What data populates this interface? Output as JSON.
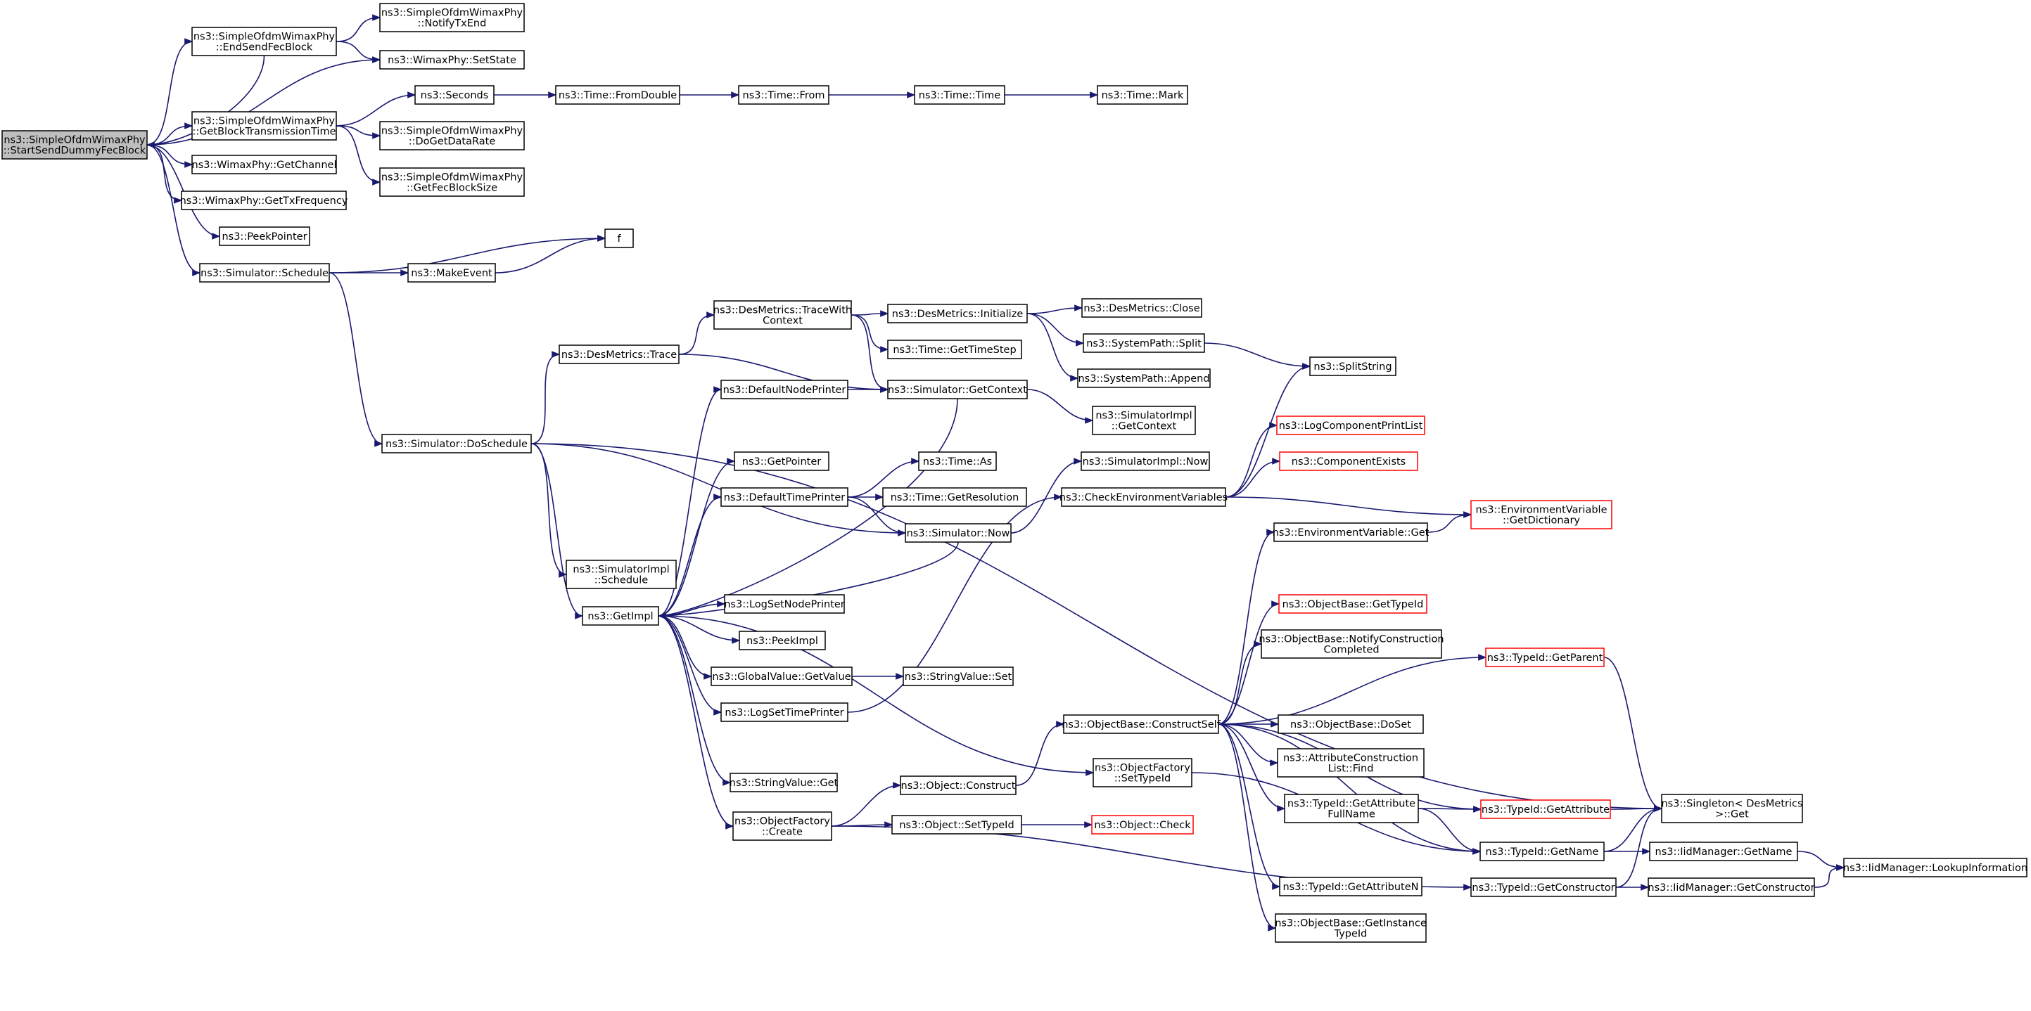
{
  "graph": {
    "nodes": [
      {
        "id": "root",
        "label": "ns3::SimpleOfdmWimaxPhy\n::StartSendDummyFecBlock",
        "root": true
      },
      {
        "id": "endsend",
        "label": "ns3::SimpleOfdmWimaxPhy\n::EndSendFecBlock"
      },
      {
        "id": "notifytx",
        "label": "ns3::SimpleOfdmWimaxPhy\n::NotifyTxEnd"
      },
      {
        "id": "setstate",
        "label": "ns3::WimaxPhy::SetState"
      },
      {
        "id": "getblock",
        "label": "ns3::SimpleOfdmWimaxPhy\n::GetBlockTransmissionTime"
      },
      {
        "id": "seconds",
        "label": "ns3::Seconds"
      },
      {
        "id": "fromdouble",
        "label": "ns3::Time::FromDouble"
      },
      {
        "id": "timefrom",
        "label": "ns3::Time::From"
      },
      {
        "id": "timetime",
        "label": "ns3::Time::Time"
      },
      {
        "id": "timemark",
        "label": "ns3::Time::Mark"
      },
      {
        "id": "dogetdatarate",
        "label": "ns3::SimpleOfdmWimaxPhy\n::DoGetDataRate"
      },
      {
        "id": "getfecblocksize",
        "label": "ns3::SimpleOfdmWimaxPhy\n::GetFecBlockSize"
      },
      {
        "id": "getchannel",
        "label": "ns3::WimaxPhy::GetChannel"
      },
      {
        "id": "gettxfreq",
        "label": "ns3::WimaxPhy::GetTxFrequency"
      },
      {
        "id": "peekpointer",
        "label": "ns3::PeekPointer"
      },
      {
        "id": "f",
        "label": "f"
      },
      {
        "id": "schedule",
        "label": "ns3::Simulator::Schedule"
      },
      {
        "id": "makeevent",
        "label": "ns3::MakeEvent"
      },
      {
        "id": "doschedule",
        "label": "ns3::Simulator::DoSchedule"
      },
      {
        "id": "destrace",
        "label": "ns3::DesMetrics::Trace"
      },
      {
        "id": "tracewith",
        "label": "ns3::DesMetrics::TraceWith\nContext"
      },
      {
        "id": "desinit",
        "label": "ns3::DesMetrics::Initialize"
      },
      {
        "id": "desclose",
        "label": "ns3::DesMetrics::Close"
      },
      {
        "id": "syssplit",
        "label": "ns3::SystemPath::Split"
      },
      {
        "id": "sysappend",
        "label": "ns3::SystemPath::Append"
      },
      {
        "id": "splitstring",
        "label": "ns3::SplitString"
      },
      {
        "id": "gettimestep",
        "label": "ns3::Time::GetTimeStep"
      },
      {
        "id": "defnodeprinter",
        "label": "ns3::DefaultNodePrinter"
      },
      {
        "id": "simgetcontext",
        "label": "ns3::Simulator::GetContext"
      },
      {
        "id": "simimplgetcontext",
        "label": "ns3::SimulatorImpl\n::GetContext"
      },
      {
        "id": "logcompprintlist",
        "label": "ns3::LogComponentPrintList",
        "red": true
      },
      {
        "id": "getpointer",
        "label": "ns3::GetPointer"
      },
      {
        "id": "timeas",
        "label": "ns3::Time::As"
      },
      {
        "id": "simimplnow",
        "label": "ns3::SimulatorImpl::Now"
      },
      {
        "id": "compexists",
        "label": "ns3::ComponentExists",
        "red": true
      },
      {
        "id": "deftimeprinter",
        "label": "ns3::DefaultTimePrinter"
      },
      {
        "id": "timegetres",
        "label": "ns3::Time::GetResolution"
      },
      {
        "id": "checkenv",
        "label": "ns3::CheckEnvironmentVariables"
      },
      {
        "id": "envgetdict",
        "label": "ns3::EnvironmentVariable\n::GetDictionary",
        "red": true
      },
      {
        "id": "simnow",
        "label": "ns3::Simulator::Now"
      },
      {
        "id": "envget",
        "label": "ns3::EnvironmentVariable::Get"
      },
      {
        "id": "simimplschedule",
        "label": "ns3::SimulatorImpl\n::Schedule"
      },
      {
        "id": "getimpl",
        "label": "ns3::GetImpl"
      },
      {
        "id": "logsetnodeprinter",
        "label": "ns3::LogSetNodePrinter"
      },
      {
        "id": "objbasegettypeid",
        "label": "ns3::ObjectBase::GetTypeId",
        "red": true
      },
      {
        "id": "peekimpl",
        "label": "ns3::PeekImpl"
      },
      {
        "id": "notifyconstr",
        "label": "ns3::ObjectBase::NotifyConstruction\nCompleted"
      },
      {
        "id": "typeidgetparent",
        "label": "ns3::TypeId::GetParent",
        "red": true
      },
      {
        "id": "globalvalueget",
        "label": "ns3::GlobalValue::GetValue"
      },
      {
        "id": "stringvalueset",
        "label": "ns3::StringValue::Set"
      },
      {
        "id": "logsettimeprinter",
        "label": "ns3::LogSetTimePrinter"
      },
      {
        "id": "constructself",
        "label": "ns3::ObjectBase::ConstructSelf"
      },
      {
        "id": "objbasedoset",
        "label": "ns3::ObjectBase::DoSet"
      },
      {
        "id": "attrconstrfind",
        "label": "ns3::AttributeConstruction\nList::Find"
      },
      {
        "id": "objfactsettypeid",
        "label": "ns3::ObjectFactory\n::SetTypeId"
      },
      {
        "id": "stringvalueget",
        "label": "ns3::StringValue::Get"
      },
      {
        "id": "objconstruct",
        "label": "ns3::Object::Construct"
      },
      {
        "id": "getattrfullname",
        "label": "ns3::TypeId::GetAttribute\nFullName"
      },
      {
        "id": "typeidgetattr",
        "label": "ns3::TypeId::GetAttribute",
        "red": true
      },
      {
        "id": "singletonget",
        "label": "ns3::Singleton< DesMetrics\n >::Get"
      },
      {
        "id": "objfactcreate",
        "label": "ns3::ObjectFactory\n::Create"
      },
      {
        "id": "objsettypeid",
        "label": "ns3::Object::SetTypeId"
      },
      {
        "id": "objcheck",
        "label": "ns3::Object::Check",
        "red": true
      },
      {
        "id": "typeidgetname",
        "label": "ns3::TypeId::GetName"
      },
      {
        "id": "iidgetname",
        "label": "ns3::IidManager::GetName"
      },
      {
        "id": "lookupinfo",
        "label": "ns3::IidManager::LookupInformation"
      },
      {
        "id": "getattrn",
        "label": "ns3::TypeId::GetAttributeN"
      },
      {
        "id": "typeidgetconstr",
        "label": "ns3::TypeId::GetConstructor"
      },
      {
        "id": "iidgetconstr",
        "label": "ns3::IidManager::GetConstructor"
      },
      {
        "id": "getinstancetypeid",
        "label": "ns3::ObjectBase::GetInstance\nTypeId"
      }
    ]
  }
}
